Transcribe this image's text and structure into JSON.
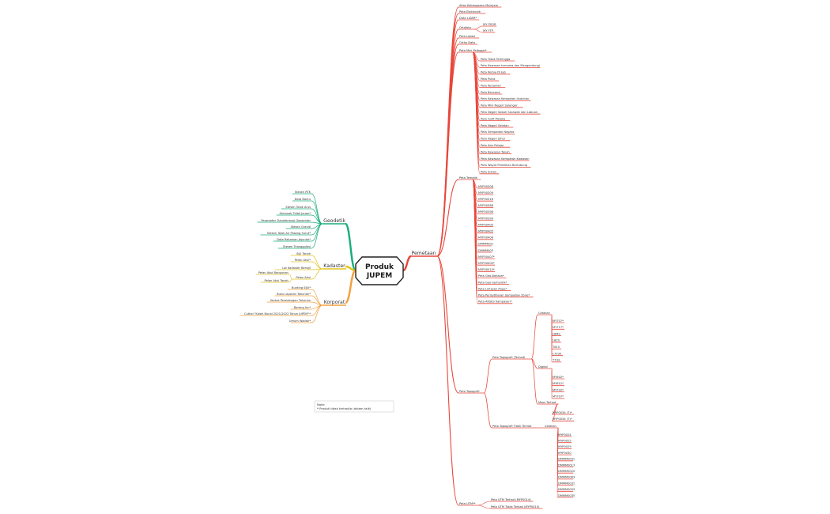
{
  "central": {
    "title_line1": "Produk",
    "title_line2": "JUPEM"
  },
  "colors": {
    "geodetik": "#1aae7a",
    "kadaster": "#e3c31b",
    "korporat": "#f2a03d",
    "pemetaan": "#e8473b",
    "central_fill": "#ffffff",
    "central_stroke": "#222222"
  },
  "note": {
    "line1": "Note:",
    "line2": "* Produk tidak terhad/a (dalam talk)"
  },
  "geodetik": {
    "label": "Geodetik",
    "items": [
      "Stesen RTK",
      "Data Bantu",
      "Stesen Tolok Arus",
      "Almanak Tidak Jauon*",
      "Parameter Transformasi Geosenter",
      "Stesen Graviti",
      "Stesen Tolok Air Pasang Surut*",
      "Data Rakaman Jejuntai*",
      "Stesen Trianggulasi"
    ]
  },
  "kadaster": {
    "label": "Kadaster",
    "items": [
      {
        "text": "Sijil Tanah",
        "sub": []
      },
      {
        "text": "Pelan Akui*",
        "sub": []
      },
      {
        "text": "Lot Kadaster Bersijil",
        "sub": []
      },
      {
        "text": "Pelan Akui",
        "sub": [
          "Pelan Akui Bangunan",
          "Pelan Akui Tanah"
        ]
      }
    ]
  },
  "korporat": {
    "label": "Korporat",
    "items": [
      "Bunting SIJU*",
      "Buku Laporan Tahunan*",
      "Kertas Persidangan Tahunan",
      "Barang Inc*",
      "Cuthai \"Kalah Bunai 2021/2022 Tahun JUPEM\"*",
      "Umum Wadah*"
    ]
  },
  "pemetaan": {
    "label": "Pemetaan",
    "top": [
      {
        "text": "Atlas Kebangsaan Malaysia",
        "sub": []
      },
      {
        "text": "Peta Elektronik",
        "sub": []
      },
      {
        "text": "Data LiDAR*",
        "sub": []
      },
      {
        "text": "Ortofoto",
        "sub": [
          "MY PSOR",
          "MY FTP"
        ]
      },
      {
        "text": "Peta Lokasi",
        "sub": []
      },
      {
        "text": "Ortho Data",
        "sub": []
      }
    ],
    "mini": {
      "label": "Peta Mini Pelbagai*",
      "items": [
        "Peta Tidak Terhingga",
        "Peta Kawasan ternama dan Mengandungi",
        "Peta Kedua Di Jab",
        "Peta Putra",
        "Peta Kenjarian",
        "Peta Bencana",
        "Peta Kawasan Kempatan Ikutuhan",
        "Peta Mini Negeri Selangor",
        "Peta Negeri Sabah Sarawak dan Labuan",
        "Peta Gulfi Melaka",
        "Peta Negeri Selatan",
        "Peta Sempadan Negara",
        "Peta Negeri Johor",
        "Peta Alor Pelajar",
        "Peta Kawasan Tanah",
        "Peta Kawasan Kempatan Kawasan",
        "Peta Wayat Pemilihan Bertubung",
        "Peta Sukan"
      ]
    },
    "tematik": {
      "label": "Peta Tematik",
      "items": [
        "MYP00308",
        "MYP00309",
        "MYP00316",
        "MYP00388",
        "MYP00398",
        "MYP00399",
        "MYP00400",
        "MYP00405",
        "MYP00406",
        "DMMM002",
        "DMMM003",
        "MYP00407*",
        "MYP00000*",
        "MYP00010*",
        "Peta Geo-Bahasa*",
        "Peta Geo-Semantik*",
        "Peta Lintasan Rupe*",
        "Peta Perisytiharan Sempadan Zone*",
        "Peta AKSES Kampasan*"
      ]
    },
    "topo": {
      "label": "Peta Topografi",
      "terhad": {
        "label": "Peta Topografi (Terhad)",
        "groups": [
          {
            "label": "Cetakan",
            "items": [
              "MY707*",
              "MY717*",
              "L8MS",
              "L8ZS",
              "T815",
              "L7030",
              "T734"
            ]
          },
          {
            "label": "Digital",
            "items": [
              "MY602*",
              "MY612*",
              "MY702*",
              "MY707*"
            ]
          },
          {
            "label": "Moss Terhad",
            "items": [
              "MYP0034 (T)*",
              "MYP0034 (T)*"
            ]
          }
        ]
      },
      "tidak": {
        "label": "Peta Topografi Tidak Terhad",
        "groups": [
          {
            "label": "Cetakan",
            "items": [
              "MYP0024",
              "MYP0025",
              "MYP0029",
              "MYP0030",
              "DMMM0001",
              "DMMM0013",
              "DMMM0025",
              "DMMM0063",
              "DMMM0031",
              "DMMM0033",
              "DMMM0035"
            ]
          }
        ]
      }
    },
    "utm": {
      "label": "Peta UTM**",
      "items": [
        "Peta UTM Terhad (MYP0014)",
        "Peta UTM Tidak Terhad (MYP0015)"
      ]
    }
  }
}
